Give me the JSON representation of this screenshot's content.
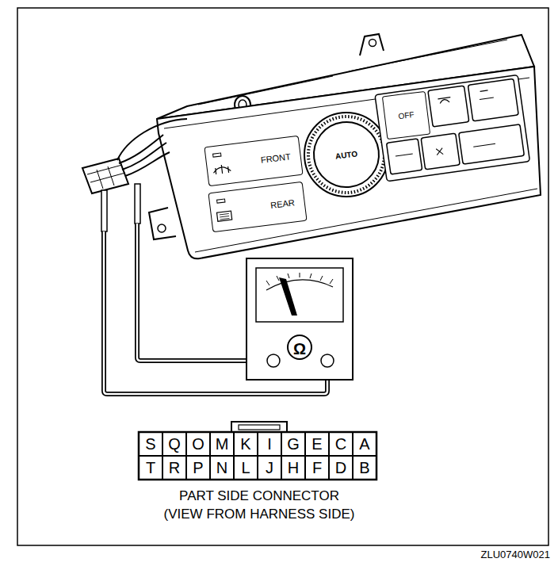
{
  "diagram": {
    "nodes": [
      {
        "text": [
          "FRONT"
        ]
      },
      {
        "text": [
          "REAR"
        ]
      },
      {
        "text": [
          "AUTO"
        ]
      },
      {
        "text": [
          "OFF"
        ]
      },
      {
        "text": [
          "Ω"
        ]
      },
      {
        "text": [
          "S"
        ]
      },
      {
        "text": [
          "Q"
        ]
      },
      {
        "text": [
          "O"
        ]
      },
      {
        "text": [
          "M"
        ]
      },
      {
        "text": [
          "K"
        ]
      },
      {
        "text": [
          "I"
        ]
      },
      {
        "text": [
          "G"
        ]
      },
      {
        "text": [
          "E"
        ]
      },
      {
        "text": [
          "C"
        ]
      },
      {
        "text": [
          "A"
        ]
      },
      {
        "text": [
          "T"
        ]
      },
      {
        "text": [
          "R"
        ]
      },
      {
        "text": [
          "P"
        ]
      },
      {
        "text": [
          "N"
        ]
      },
      {
        "text": [
          "L"
        ]
      },
      {
        "text": [
          "J"
        ]
      },
      {
        "text": [
          "H"
        ]
      },
      {
        "text": [
          "F"
        ]
      },
      {
        "text": [
          "D"
        ]
      },
      {
        "text": [
          "B"
        ]
      }
    ],
    "labels": [
      "PART SIDE CONNECTOR (VIEW FROM HARNESS SIDE)",
      "ZLU0740W021"
    ]
  }
}
